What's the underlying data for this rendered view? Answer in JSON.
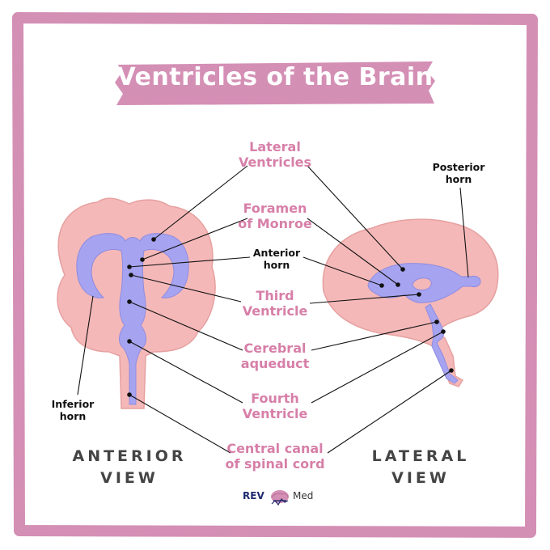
{
  "title": "Ventricles of the Brain",
  "labels": {
    "lateral_ventricles": "Lateral\nVentricles",
    "foramen_of_monroe": "Foramen\nof Monroe",
    "anterior_horn": "Anterior\nhorn",
    "third_ventricle": "Third\nVentricle",
    "cerebral_aqueduct": "Cerebral\naqueduct",
    "fourth_ventricle": "Fourth\nVentricle",
    "central_canal": "Central canal\nof spinal cord",
    "posterior_horn": "Posterior\nhorn",
    "inferior_horn": "Inferior\nhorn"
  },
  "views": {
    "anterior": "ANTERIOR\nVIEW",
    "lateral": "LATERAL\nVIEW"
  },
  "logo": {
    "rev": "REV",
    "med": "Med"
  },
  "colors": {
    "frame": "#d48fb5",
    "title_banner": "#d48fb5",
    "brain": "#f5b8b8",
    "ventricle": "#a6a3f0",
    "label": "#d77fa8"
  }
}
